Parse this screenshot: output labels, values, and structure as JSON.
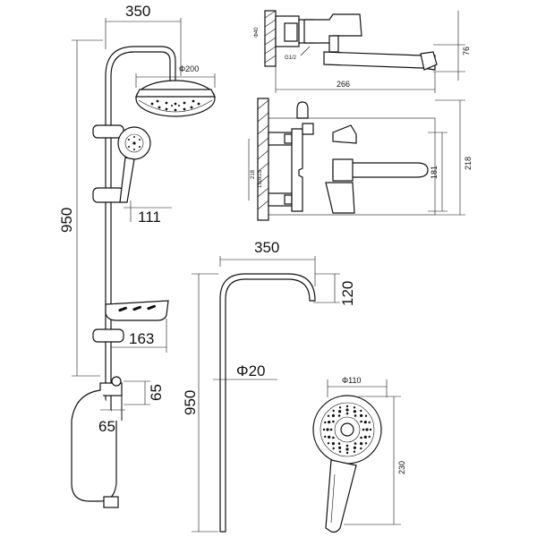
{
  "shower_set": {
    "width_top": "350",
    "height": "950",
    "head_diameter": "Φ200",
    "holder_depth": "111",
    "shelf_depth": "163",
    "diverter_height": "65",
    "diverter_width": "65"
  },
  "mixer_side": {
    "thread_left": "Φ40",
    "thread": "G1/2",
    "spout_height": "76",
    "spout_length": "266"
  },
  "mixer_front": {
    "inner_left": "218",
    "inner_left_2": "150±15",
    "height_inner": "181",
    "height_outer": "218"
  },
  "riser": {
    "width": "350",
    "bend_height": "120",
    "pipe_diameter": "Φ20",
    "height": "950"
  },
  "hand_shower": {
    "diameter": "Φ110",
    "length": "230"
  }
}
